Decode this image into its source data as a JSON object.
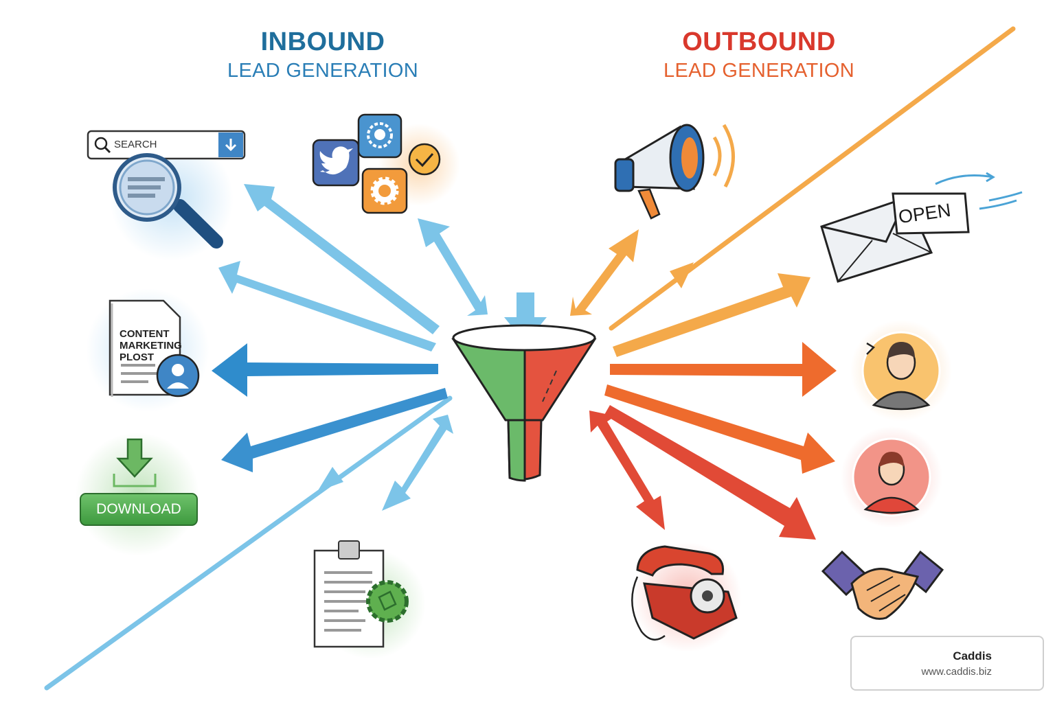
{
  "headings": {
    "inbound_title": "INBOUND",
    "inbound_subtitle": "LEAD GENERATION",
    "outbound_title": "OUTBOUND",
    "outbound_subtitle": "LEAD GENERATION"
  },
  "inbound_items": {
    "search_bar_text": "SEARCH",
    "content_post_text": "CONTENT MARKETING PLOST",
    "download_label": "DOWNLOAD"
  },
  "outbound_items": {
    "email_label": "OPEN"
  },
  "brand": {
    "name": "Caddis",
    "url": "www.caddis.biz"
  },
  "colors": {
    "inbound_blue": "#1f6e9c",
    "inbound_arrow": "#7cc4e8",
    "inbound_arrow_dark": "#3a91cf",
    "outbound_red": "#d9382c",
    "outbound_orange": "#ee6b2d",
    "outbound_light": "#f4a94a",
    "funnel_green": "#6bba6a",
    "funnel_red": "#e4533f"
  },
  "icons": [
    "search-icon",
    "twitter-icon",
    "gear-icon",
    "headset-icon",
    "check-icon",
    "document-icon",
    "user-icon",
    "download-arrow-icon",
    "clipboard-icon",
    "funnel-icon",
    "megaphone-icon",
    "envelope-icon",
    "person-icon",
    "telephone-icon",
    "handshake-icon",
    "caddis-fly-logo"
  ]
}
